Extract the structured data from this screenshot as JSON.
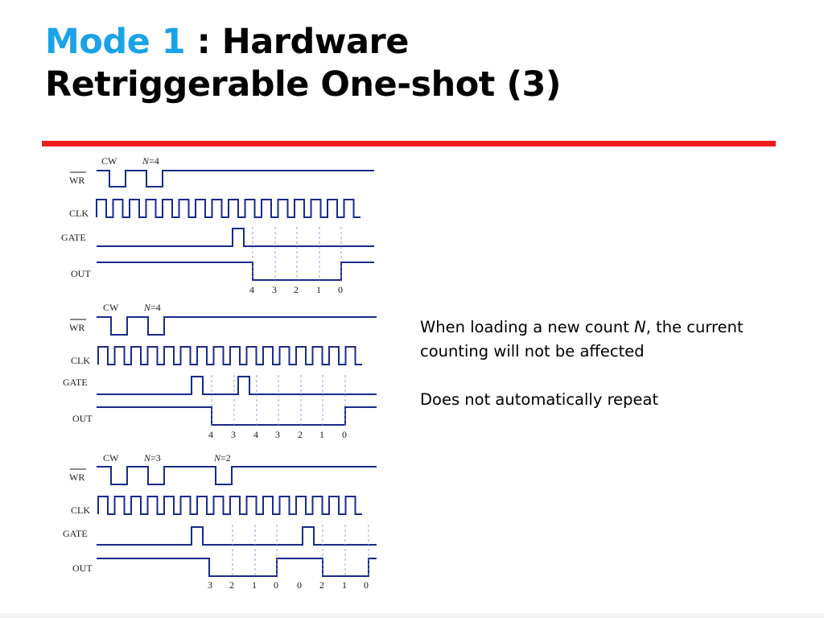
{
  "title": {
    "mode": "Mode 1",
    "rest_line1": " : Hardware",
    "line2": "Retriggerable One-shot (3)"
  },
  "colors": {
    "title_accent": "#1aa3e8",
    "rule": "#ee1c1c",
    "signal": "#1a2a8a"
  },
  "diagrams": [
    {
      "signals": [
        "WR",
        "CLK",
        "GATE",
        "OUT"
      ],
      "markers": [
        {
          "prefix": "CW",
          "italic": "",
          "value": ""
        },
        {
          "prefix": "",
          "italic": "N",
          "value": "=4"
        }
      ],
      "counts": [
        "4",
        "3",
        "2",
        "1",
        "0"
      ]
    },
    {
      "signals": [
        "WR",
        "CLK",
        "GATE",
        "OUT"
      ],
      "markers": [
        {
          "prefix": "CW",
          "italic": "",
          "value": ""
        },
        {
          "prefix": "",
          "italic": "N",
          "value": "=4"
        }
      ],
      "counts": [
        "4",
        "3",
        "4",
        "3",
        "2",
        "1",
        "0"
      ]
    },
    {
      "signals": [
        "WR",
        "CLK",
        "GATE",
        "OUT"
      ],
      "markers": [
        {
          "prefix": "CW",
          "italic": "",
          "value": ""
        },
        {
          "prefix": "",
          "italic": "N",
          "value": "=3"
        },
        {
          "prefix": "",
          "italic": "N",
          "value": "=2"
        }
      ],
      "counts": [
        "3",
        "2",
        "1",
        "0",
        "0",
        "2",
        "1",
        "0"
      ]
    }
  ],
  "notes": {
    "line1_pre": "When loading a new count ",
    "line1_italic": "N",
    "line1_post": ", the current counting will not be affected",
    "line2": "Does not automatically repeat"
  }
}
